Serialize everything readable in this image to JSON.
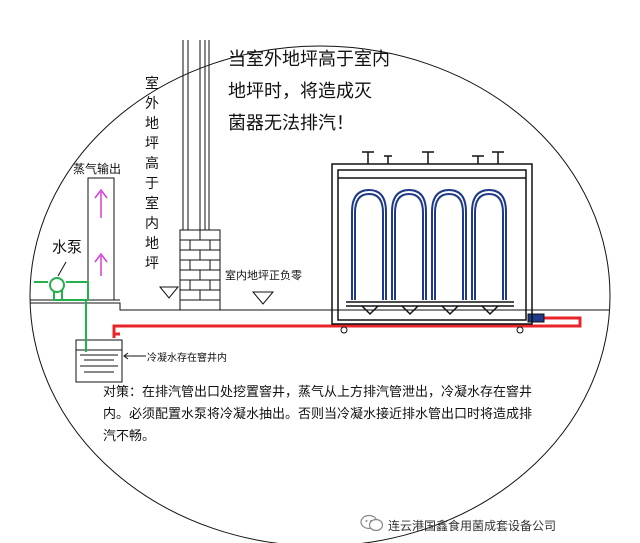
{
  "headline": {
    "lines": [
      "当室外地坪高于室内",
      "地坪时，将造成灭",
      "菌器无法排汽！"
    ]
  },
  "vertical_label": "室外地坪高于室内地坪",
  "steam_outlet_label": "蒸气输出",
  "pump_label": "水泵",
  "indoor_floor_label": "室内地坪正负零",
  "water_pit_label": "冷凝水存在窨井内",
  "countermeasure_text": "对策：在排汽管出口处挖置窨井，蒸气从上方排汽管泄出，冷凝水存在窨井内。必须配置水泵将冷凝水抽出。否则当冷凝水接近排水管出口时将造成排汽不畅。",
  "brand_text": "连云港国鑫食用菌成套设备公司",
  "colors": {
    "pipe_red": "#e8242b",
    "pipe_green": "#22b14c",
    "arrow_magenta": "#d23fd2",
    "line_black": "#111111",
    "vessel_blue": "#1f3a8a"
  }
}
